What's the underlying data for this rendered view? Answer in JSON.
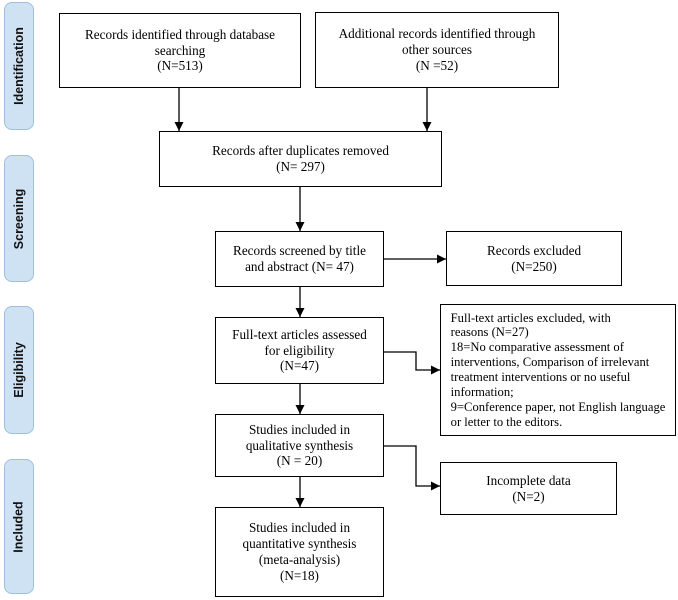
{
  "phases": {
    "identification": "Identification",
    "screening": "Screening",
    "eligibility": "Eligibility",
    "included": "Included"
  },
  "boxes": {
    "db_search": {
      "lines": [
        "Records identified through database",
        "searching",
        "(N=513)"
      ]
    },
    "other_sources": {
      "lines": [
        "Additional records identified through",
        "other sources",
        "(N =52)"
      ]
    },
    "duplicates_removed": {
      "lines": [
        "Records after duplicates removed",
        "(N= 297)"
      ]
    },
    "screened": {
      "lines": [
        "Records screened by title",
        "and abstract (N= 47)"
      ]
    },
    "excluded": {
      "lines": [
        "Records excluded",
        "(N=250)"
      ]
    },
    "fulltext_assessed": {
      "lines": [
        "Full-text articles assessed",
        "for eligibility",
        "(N=47)"
      ]
    },
    "fulltext_excluded": {
      "lines": [
        "Full-text articles excluded, with",
        "reasons (N=27)",
        "18=No comparative assessment of",
        "interventions, Comparison of irrelevant",
        "treatment interventions or no useful",
        "information;",
        "9=Conference paper, not English language",
        "or letter to the editors."
      ]
    },
    "qualitative": {
      "lines": [
        "Studies included in",
        "qualitative synthesis",
        "(N = 20)"
      ]
    },
    "incomplete": {
      "lines": [
        "Incomplete data",
        "(N=2)"
      ]
    },
    "quantitative": {
      "lines": [
        "Studies included in",
        "quantitative synthesis",
        "(meta-analysis)",
        "(N=18)"
      ]
    }
  }
}
